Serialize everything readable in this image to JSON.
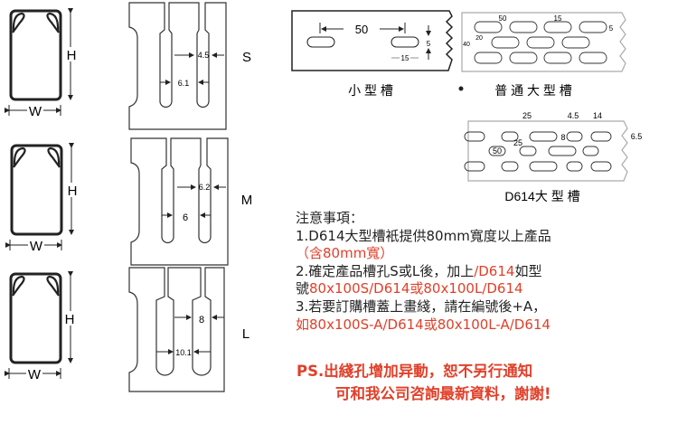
{
  "profiles": [
    {
      "size": "S",
      "height_label": "H",
      "width_label": "W",
      "dim_top": "4.5",
      "dim_bottom": "6.1"
    },
    {
      "size": "M",
      "height_label": "H",
      "width_label": "W",
      "dim_top": "6.2",
      "dim_bottom": "6"
    },
    {
      "size": "L",
      "height_label": "H",
      "width_label": "W",
      "dim_top": "8",
      "dim_bottom": "10.1"
    }
  ],
  "small_slot": {
    "caption": "小 型 槽",
    "pitch": "50",
    "slot_height": "5",
    "slot_length": "15"
  },
  "standard_large_slot": {
    "caption": "普 通 大 型 槽",
    "pitch": "50",
    "slot_length": "15",
    "slot_height": "5",
    "row_offset": "20",
    "row_pitch": "40"
  },
  "d614_slot": {
    "caption": "D614大 型 槽",
    "pitch": "25",
    "gap": "4.5",
    "slot_length": "14",
    "slot_width": "8",
    "slot_height": "6.5",
    "row_offset": "25",
    "row_pitch": "50"
  },
  "notes": {
    "title": "注意事項：",
    "item1": "1.D614大型槽衹提供80mm寬度以上產品",
    "item1_red": "（含80mm寬）",
    "item2_a": "2.確定產品槽孔S或L後，加上",
    "item2_red1": "/D614",
    "item2_b": "如型",
    "item2_c": "號",
    "item2_red2": "80x100S/D614或80x100L/D614",
    "item3": "3.若要訂購槽蓋上畫綫，請在編號後+A，",
    "item3_red": "如80x100S-A/D614或80x100L-A/D614"
  },
  "ps": {
    "line1": "PS.出綫孔增加异動，恕不另行通知",
    "line2": "可和我公司咨詢最新資料，謝謝!"
  },
  "colors": {
    "red": "#e0402a",
    "line": "#222222"
  }
}
